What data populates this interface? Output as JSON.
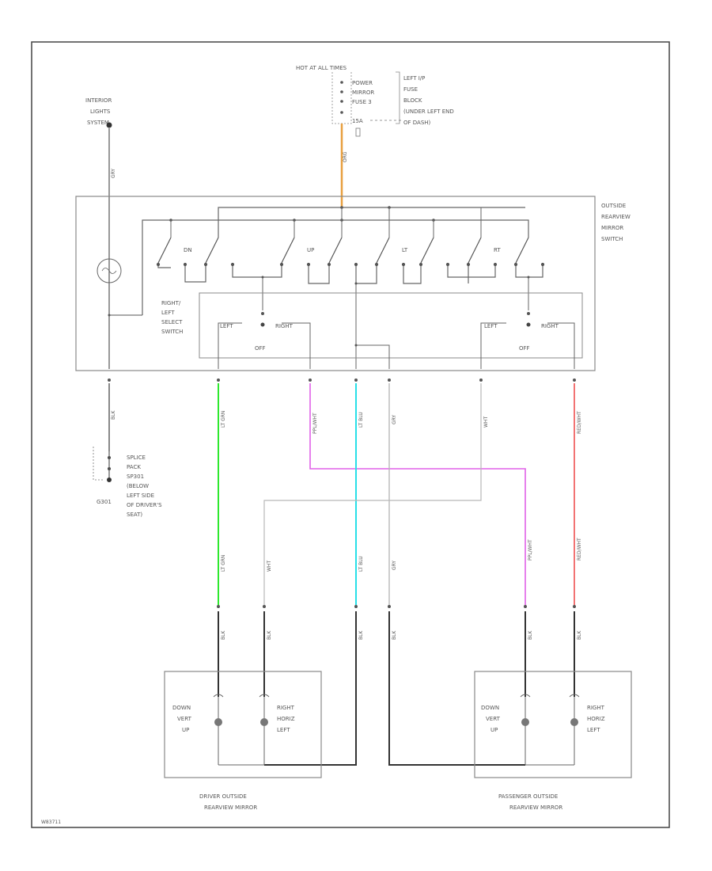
{
  "colors": {
    "frame": "#444444",
    "wire_gray": "#b8b8b8",
    "wire_dark": "#333333",
    "wire_green": "#2ee82e",
    "wire_cyan": "#28e0e8",
    "wire_violet": "#e060e8",
    "wire_red": "#ee5050",
    "wire_orange": "#e8a040",
    "text": "#555555"
  },
  "labels": {
    "hot_at_all_times": "HOT AT ALL TIMES",
    "fuse_legend": [
      "POWER",
      "MIRROR",
      "FUSE 3",
      "15A"
    ],
    "fuse_location": [
      "LEFT I/P",
      "FUSE",
      "BLOCK",
      "(UNDER LEFT END",
      "OF DASH)"
    ],
    "interior_lights": [
      "INTERIOR",
      "LIGHTS",
      "SYSTEM"
    ],
    "outside_mirror_switch": [
      "OUTSIDE",
      "REARVIEW",
      "MIRROR",
      "SWITCH"
    ],
    "select_switch": [
      "RIGHT/",
      "LEFT",
      "SELECT",
      "SWITCH"
    ],
    "switch_positions": [
      "DN",
      "UP",
      "LT",
      "RT"
    ],
    "left_a": "LEFT",
    "right_a": "RIGHT",
    "off_a": "OFF",
    "left_b": "LEFT",
    "right_b": "RIGHT",
    "off_b": "OFF",
    "splice_pack": [
      "SPLICE",
      "PACK",
      "SP301",
      "(BELOW",
      "LEFT SIDE",
      "OF DRIVER'S",
      "SEAT)"
    ],
    "ground": "G301",
    "driver_mirror": [
      "DRIVER OUTSIDE",
      "REARVIEW MIRROR"
    ],
    "passenger_mirror": [
      "PASSENGER OUTSIDE",
      "REARVIEW MIRROR"
    ],
    "motor_left_a": [
      "DOWN",
      "VERT",
      "UP"
    ],
    "motor_right_a": [
      "RIGHT",
      "HORIZ",
      "LEFT"
    ],
    "motor_left_b": [
      "DOWN",
      "VERT",
      "UP"
    ],
    "motor_right_b": [
      "RIGHT",
      "HORIZ",
      "LEFT"
    ],
    "footer_code": "W83711"
  },
  "wire_labels": {
    "interior": "GRY",
    "fuse": "ORG",
    "ground": "BLK",
    "lt_grn": "LT GRN",
    "ppl_wht": "PPL/WHT",
    "lt_blu": "LT BLU",
    "gry": "GRY",
    "wht": "WHT",
    "red_wht": "RED/WHT",
    "lt_grn_lower": "LT GRN",
    "wht_lower": "WHT",
    "lt_blu_lower": "LT BLU",
    "gry_lower": "GRY",
    "ppl_wht_lower": "PPL/WHT",
    "red_wht_lower": "RED/WHT",
    "blk1": "BLK",
    "blk2": "BLK",
    "blk3": "BLK",
    "blk4": "BLK",
    "blk5": "BLK",
    "blk6": "BLK"
  }
}
